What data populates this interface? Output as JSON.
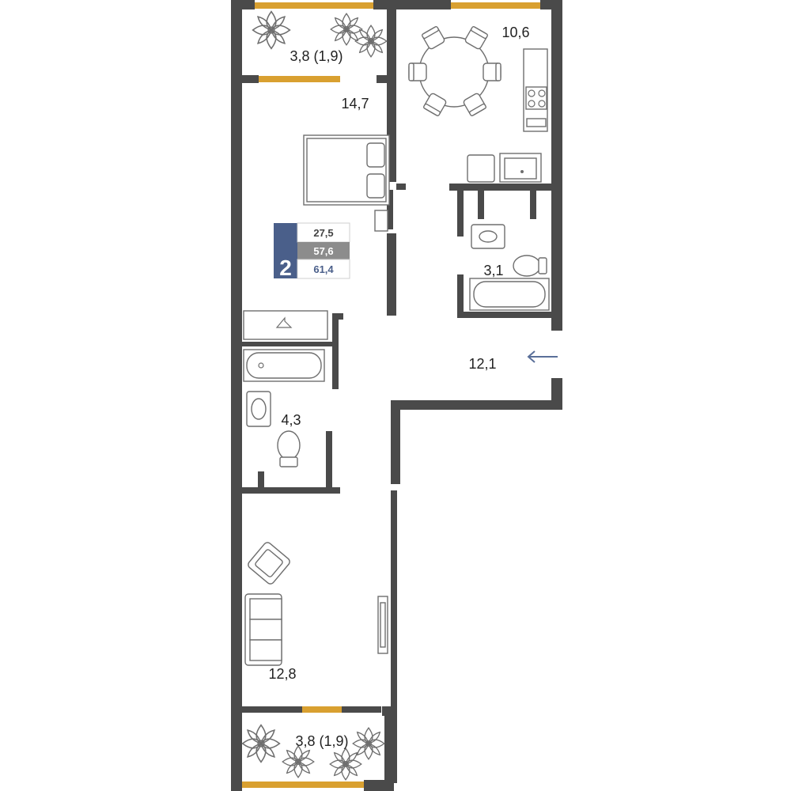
{
  "plan": {
    "rooms": {
      "balcony_top": "3,8 (1,9)",
      "kitchen": "10,6",
      "bedroom": "14,7",
      "bathroom_small": "3,1",
      "hall": "12,1",
      "bathroom_large": "4,3",
      "living": "12,8",
      "balcony_bottom": "3,8 (1,9)"
    },
    "badge": {
      "rooms_count": "2",
      "living_area": "27,5",
      "total_area": "57,6",
      "total_with_balcony": "61,4"
    },
    "colors": {
      "wall": "#4a4a4a",
      "window": "#d9a030",
      "badge_navy": "#4a5f8a",
      "badge_gray": "#8c8c8c",
      "arrow": "#5a6f99",
      "furniture_stroke": "#6e6e6e"
    },
    "icons": {
      "entrance": "arrow-left-icon",
      "plants": "plant-icon"
    }
  }
}
